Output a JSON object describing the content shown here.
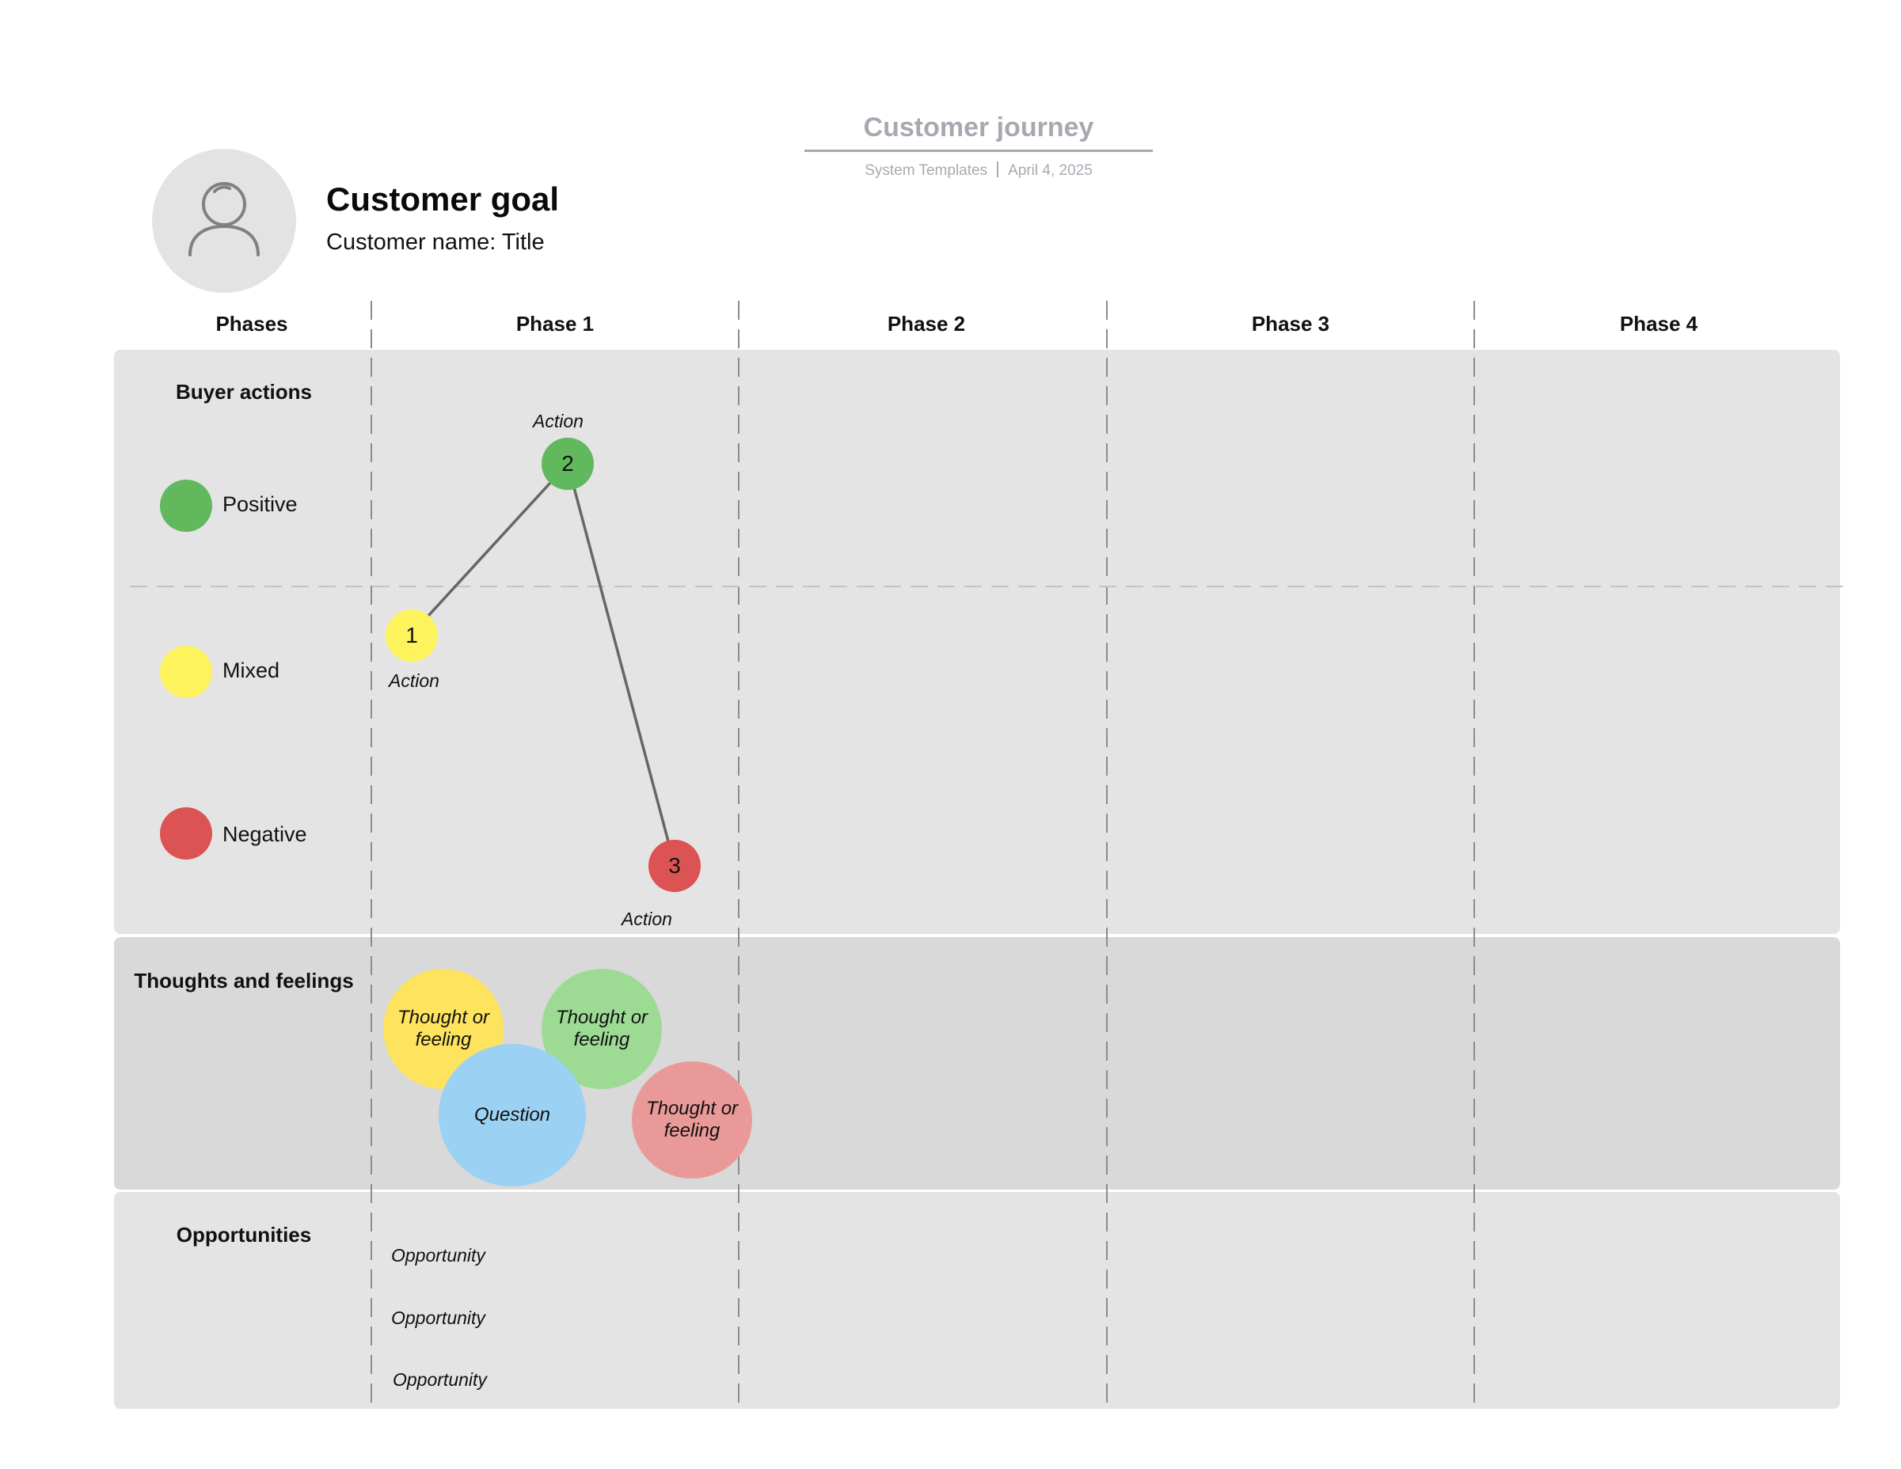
{
  "header": {
    "title": "Customer journey",
    "source": "System Templates",
    "date": "April 4, 2025"
  },
  "customer": {
    "goal": "Customer goal",
    "name_title": "Customer name: Title",
    "avatar_icon": "user-icon"
  },
  "phases": {
    "label": "Phases",
    "items": [
      "Phase 1",
      "Phase 2",
      "Phase 3",
      "Phase 4"
    ]
  },
  "rows": {
    "buyer_actions": "Buyer actions",
    "thoughts": "Thoughts and feelings",
    "opportunities": "Opportunities"
  },
  "legend": [
    {
      "label": "Positive",
      "color": "#62b85d"
    },
    {
      "label": "Mixed",
      "color": "#fdf35c"
    },
    {
      "label": "Negative",
      "color": "#db5352"
    }
  ],
  "actions": [
    {
      "number": "1",
      "caption": "Action",
      "sentiment": "Mixed"
    },
    {
      "number": "2",
      "caption": "Action",
      "sentiment": "Positive"
    },
    {
      "number": "3",
      "caption": "Action",
      "sentiment": "Negative"
    }
  ],
  "thought_bubbles": [
    {
      "text": "Thought or feeling",
      "color": "#fde35e"
    },
    {
      "text": "Thought or feeling",
      "color": "#9ddb95"
    },
    {
      "text": "Question",
      "color": "#9bd1f2"
    },
    {
      "text": "Thought or feeling",
      "color": "#e99998"
    }
  ],
  "opportunities": [
    "Opportunity",
    "Opportunity",
    "Opportunity"
  ]
}
